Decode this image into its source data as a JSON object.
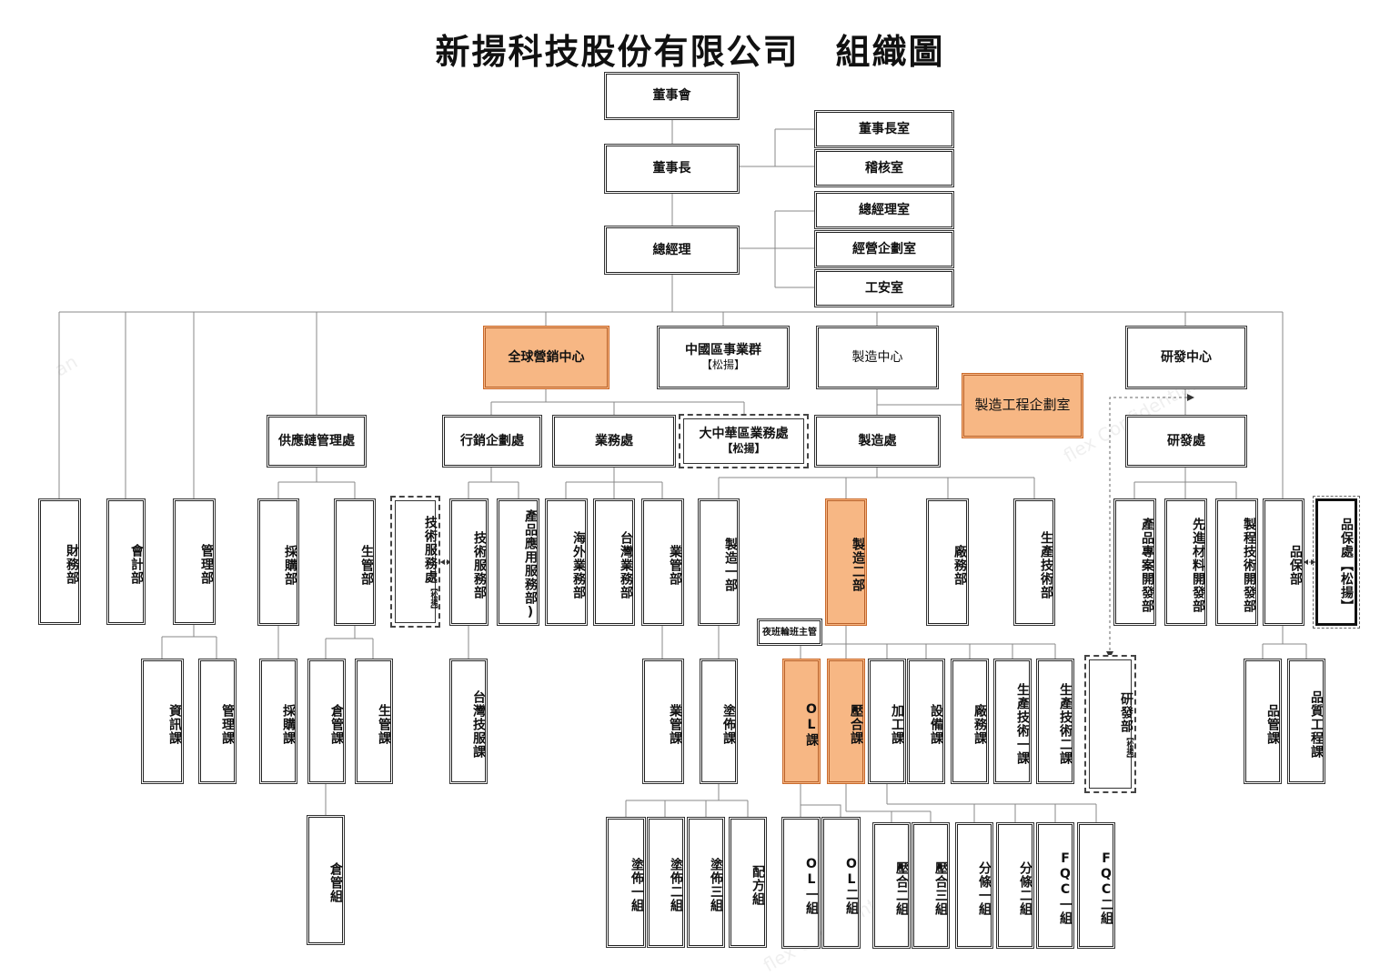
{
  "title": "新揚科技股份有限公司　組織圖",
  "colors": {
    "highlight": "#f7b784",
    "line": "#888888"
  },
  "boxes": {
    "board": "董事會",
    "chairman": "董事長",
    "chairman_office": "董事長室",
    "audit": "稽核室",
    "gm": "總經理",
    "gm_office": "總經理室",
    "planning": "經營企劃室",
    "safety": "工安室",
    "global_sales": "全球營銷中心",
    "china_group": "中國區事業群",
    "china_group_sub": "【松揚】",
    "mfg_center": "製造中心",
    "mfg_eng_planning": "製造工程企劃室",
    "rd_center": "研發中心",
    "supply_chain": "供應鏈管理處",
    "marketing": "行銷企劃處",
    "sales": "業務處",
    "greater_china": "大中華區業務處",
    "greater_china_sub": "【松揚】",
    "mfg_div": "製造處",
    "rd_div": "研發處",
    "finance": "財務部",
    "accounting": "會計部",
    "management": "管理部",
    "purchasing_dept": "採購部",
    "pc_dept": "生管部",
    "tech_service_sy": "技術服務處",
    "tech_service_sy_note": "【松揚】",
    "tech_service_dept": "技術服務部",
    "product_app": "產品應用服務部)",
    "overseas": "海外業務部",
    "taiwan_sales": "台灣業務部",
    "biz_mgmt_dept": "業管部",
    "mfg1": "製造一部",
    "mfg2": "製造二部",
    "facility_dept": "廠務部",
    "prod_tech_dept": "生產技術部",
    "product_project": "產品專案開發部",
    "adv_material": "先進材料開發部",
    "process_tech": "製程技術開發部",
    "qa_dept": "品保部",
    "qa_sy": "品保處【松揚】",
    "night_supervisor": "夜班輪班主管",
    "it_section": "資訊課",
    "mgmt_section": "管理課",
    "purchasing_section": "採購課",
    "warehouse_section": "倉管課",
    "pc_section": "生管課",
    "tw_tech_service": "台灣技服課",
    "biz_mgmt_section": "業管課",
    "coating_section": "塗佈課",
    "ol_section": "OL課",
    "lamination_section": "壓合課",
    "processing_section": "加工課",
    "equipment_section": "設備課",
    "facility_section": "廠務課",
    "prod_tech1": "生產技術一課",
    "prod_tech2": "生產技術二課",
    "rd_dept_sy": "研發部",
    "rd_dept_sy_note": "【松揚】",
    "qc_section": "品管課",
    "qe_section": "品質工程課",
    "warehouse_group": "倉管組",
    "coating1": "塗佈一組",
    "coating2": "塗佈二組",
    "coating3": "塗佈三組",
    "formula": "配方組",
    "ol1": "OL一組",
    "ol2": "OL二組",
    "lam2": "壓合二組",
    "lam3": "壓合三組",
    "slit1": "分條一組",
    "slit2": "分條二組",
    "fqc1": "FQC一組",
    "fqc2": "FQC二組"
  }
}
